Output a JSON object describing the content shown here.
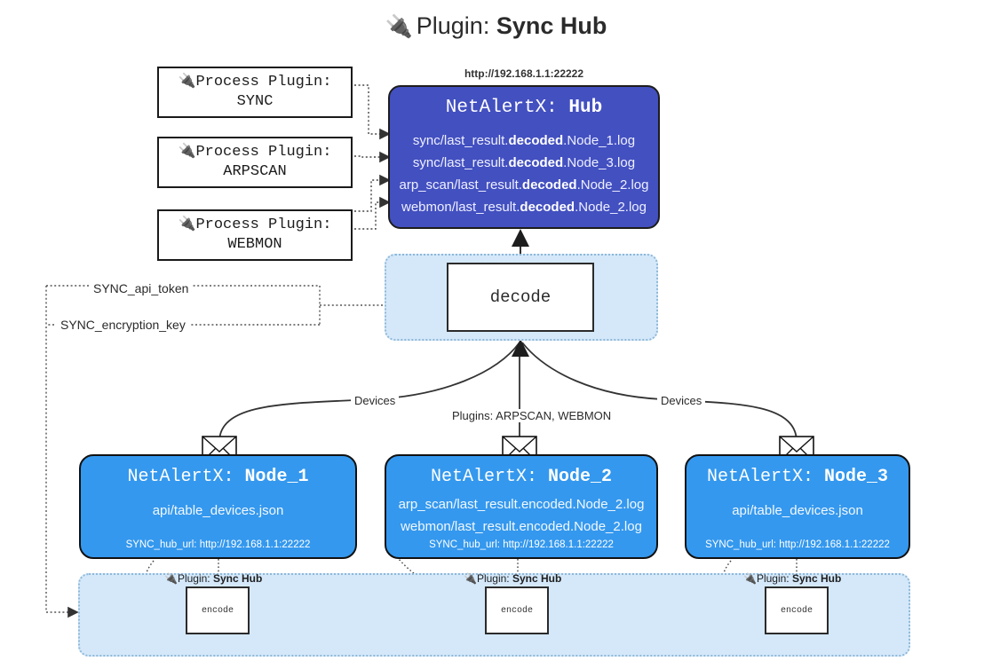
{
  "title": {
    "icon": "plug-icon",
    "prefix": "Plugin:",
    "name": "Sync Hub"
  },
  "process_plugins": [
    {
      "icon": "plug-icon",
      "line1": "Process Plugin:",
      "line2": "SYNC"
    },
    {
      "icon": "plug-icon",
      "line1": "Process Plugin:",
      "line2": "ARPSCAN"
    },
    {
      "icon": "plug-icon",
      "line1": "Process Plugin:",
      "line2": "WEBMON"
    }
  ],
  "hub": {
    "url": "http://192.168.1.1:22222",
    "title_prefix": "NetAlertX:",
    "title_name": "Hub",
    "logs": [
      {
        "pre": "sync/last_result.",
        "mid": "decoded",
        "post": ".Node_1.log"
      },
      {
        "pre": "sync/last_result.",
        "mid": "decoded",
        "post": ".Node_3.log"
      },
      {
        "pre": "arp_scan/last_result.",
        "mid": "decoded",
        "post": ".Node_2.log"
      },
      {
        "pre": "webmon/last_result.",
        "mid": "decoded",
        "post": ".Node_2.log"
      }
    ],
    "fill": "#4350c0"
  },
  "tokens": {
    "api": "SYNC_api_token",
    "encryption": "SYNC_encryption_key"
  },
  "decode": {
    "label": "decode",
    "container_fill": "#d4e8fa"
  },
  "edges": {
    "devices_left": "Devices",
    "devices_right": "Devices",
    "plugins_center": "Plugins: ARPSCAN, WEBMON"
  },
  "nodes": [
    {
      "icon": "envelope-icon",
      "title_prefix": "NetAlertX:",
      "title_name": "Node_1",
      "lines": [
        "api/table_devices.json"
      ],
      "footer": "SYNC_hub_url: http://192.168.1.1:22222",
      "fill": "#3498ee"
    },
    {
      "icon": "envelope-icon",
      "title_prefix": "NetAlertX:",
      "title_name": "Node_2",
      "lines": [
        "arp_scan/last_result.encoded.Node_2.log",
        "webmon/last_result.encoded.Node_2.log"
      ],
      "footer": "SYNC_hub_url: http://192.168.1.1:22222",
      "fill": "#3498ee"
    },
    {
      "icon": "envelope-icon",
      "title_prefix": "NetAlertX:",
      "title_name": "Node_3",
      "lines": [
        "api/table_devices.json"
      ],
      "footer": "SYNC_hub_url: http://192.168.1.1:22222",
      "fill": "#3498ee"
    }
  ],
  "encoders": [
    {
      "icon": "plug-icon",
      "label_prefix": "Plugin:",
      "label_name": "Sync Hub",
      "box": "encode"
    },
    {
      "icon": "plug-icon",
      "label_prefix": "Plugin:",
      "label_name": "Sync Hub",
      "box": "encode"
    },
    {
      "icon": "plug-icon",
      "label_prefix": "Plugin:",
      "label_name": "Sync Hub",
      "box": "encode"
    }
  ]
}
